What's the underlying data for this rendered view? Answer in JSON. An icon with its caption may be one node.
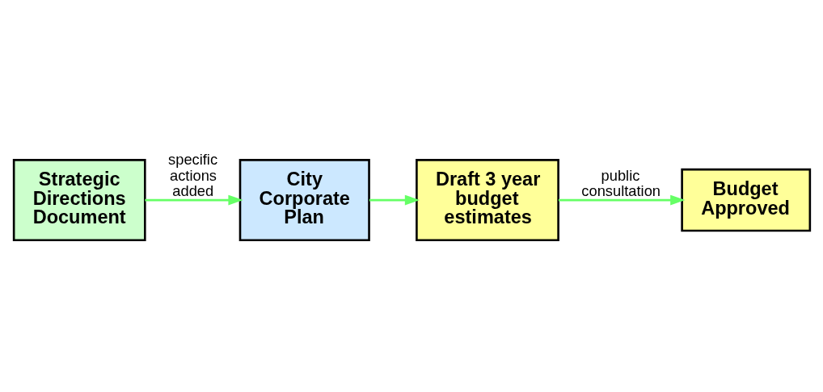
{
  "diagram": {
    "nodes": [
      {
        "text": [
          "Strategic Directions Document"
        ]
      },
      {
        "text": [
          "City Corporate Plan"
        ]
      },
      {
        "text": [
          "Draft 3 year budget estimates"
        ]
      },
      {
        "text": [
          "Budget Approved"
        ]
      }
    ],
    "edges": [
      {
        "from": 0,
        "to": 1,
        "arrow": "to",
        "label": "specific actions added"
      },
      {
        "from": 1,
        "to": 2,
        "arrow": "to"
      },
      {
        "from": 2,
        "to": 3,
        "arrow": "to",
        "label": "public consultation"
      }
    ]
  }
}
